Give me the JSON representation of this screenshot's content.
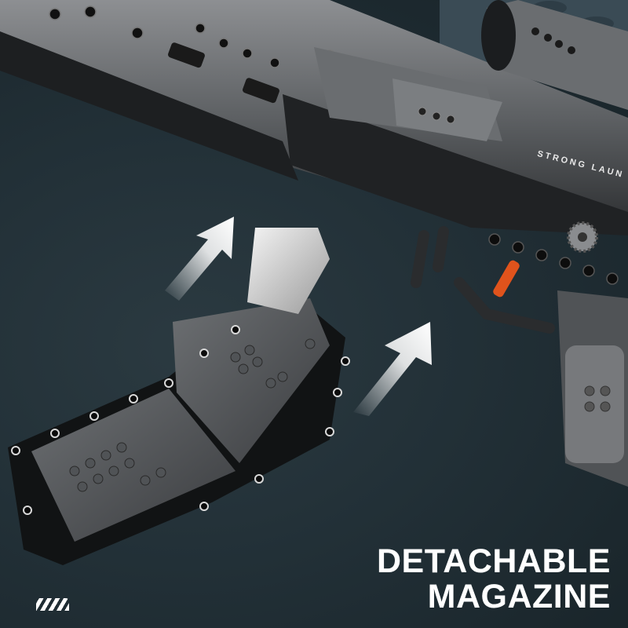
{
  "caption": {
    "line1": "DETACHABLE",
    "line2": "MAGAZINE"
  },
  "product_printed_text": "STRONG LAUN",
  "decorations": {
    "stripe_mark_icon": "diagonal-stripes-icon",
    "arrows": [
      "insert-arrow-upper-icon",
      "insert-arrow-lower-icon"
    ]
  },
  "colors": {
    "background": "#223037",
    "brick_dark": "#1a1c1e",
    "brick_mid": "#4a4c4f",
    "brick_light": "#8a8c8f",
    "accent_orange": "#e0531c",
    "caption_text": "#ffffff"
  }
}
